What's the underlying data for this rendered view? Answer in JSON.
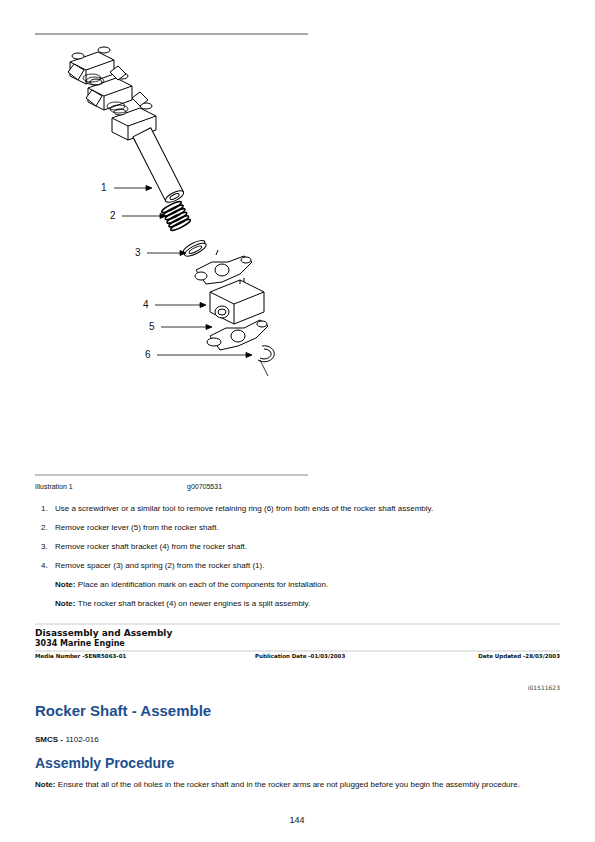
{
  "diagram": {
    "labels": [
      "1",
      "2",
      "3",
      "4",
      "5",
      "6",
      "Illustration 1",
      "g00705531",
      "1.",
      "Use a screwdriver or a similar tool to remove retaining ring (6) from both ends of the rocker shaft assembly.",
      "2.",
      "Remove rocker lever (5) from the rocker shaft.",
      "3.",
      "Remove rocker shaft bracket (4) from the rocker shaft.",
      "4.",
      "Remove spacer (3) and spring (2) from the rocker shaft (1).",
      "Note:",
      "Place an identification mark on each of the components for installation.",
      "Note:",
      "The rocker shaft bracket (4) on newer engines is a split assembly.",
      "Disassembly and Assembly",
      "3034 Marine Engine",
      "Media Number -SENR5063-01",
      "Publication Date -01/03/2003",
      "Date Updated -28/03/2003",
      "i01511623",
      "Rocker Shaft - Assemble",
      "SMCS -",
      "1102-016",
      "Assembly Procedure",
      "Note:",
      "Ensure that all of the oil holes in the rocker shaft and in the rocker arms are not plugged before you begin the assembly procedure.",
      "144"
    ]
  }
}
